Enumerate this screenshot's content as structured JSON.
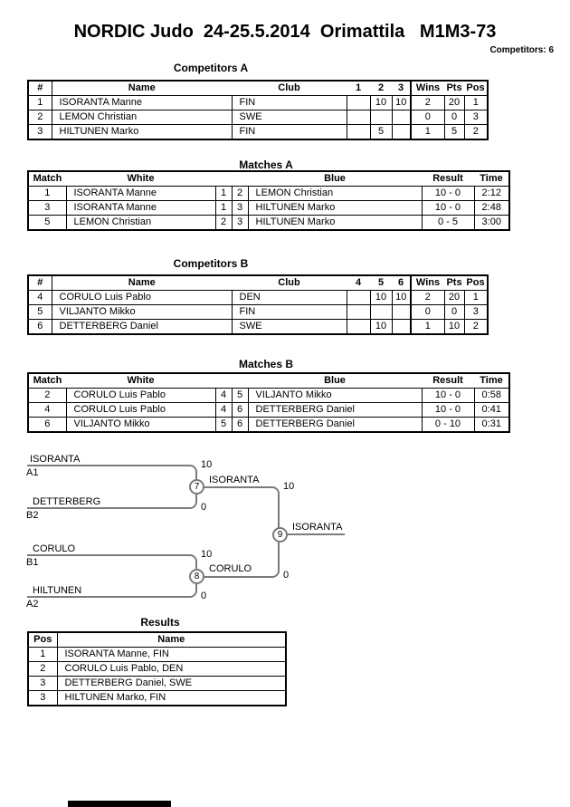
{
  "title": "NORDIC Judo  24-25.5.2014  Orimattila   M1M3-73",
  "competitors_count": "Competitors: 6",
  "competitors_a": {
    "heading": "Competitors A",
    "headers": {
      "num": "#",
      "name": "Name",
      "club": "Club",
      "c1": "1",
      "c2": "2",
      "c3": "3",
      "wins": "Wins",
      "pts": "Pts",
      "pos": "Pos"
    },
    "rows": [
      {
        "num": "1",
        "name": "ISORANTA Manne",
        "club": "FIN",
        "c1": "",
        "c2": "10",
        "c3": "10",
        "wins": "2",
        "pts": "20",
        "pos": "1"
      },
      {
        "num": "2",
        "name": "LEMON Christian",
        "club": "SWE",
        "c1": "",
        "c2": "",
        "c3": "",
        "wins": "0",
        "pts": "0",
        "pos": "3"
      },
      {
        "num": "3",
        "name": "HILTUNEN Marko",
        "club": "FIN",
        "c1": "",
        "c2": "5",
        "c3": "",
        "wins": "1",
        "pts": "5",
        "pos": "2"
      }
    ]
  },
  "matches_a": {
    "heading": "Matches A",
    "headers": {
      "match": "Match",
      "white": "White",
      "blue": "Blue",
      "result": "Result",
      "time": "Time"
    },
    "rows": [
      {
        "match": "1",
        "white": "ISORANTA Manne",
        "wnum": "1",
        "bnum": "2",
        "blue": "LEMON Christian",
        "result": "10 - 0",
        "time": "2:12"
      },
      {
        "match": "3",
        "white": "ISORANTA Manne",
        "wnum": "1",
        "bnum": "3",
        "blue": "HILTUNEN Marko",
        "result": "10 - 0",
        "time": "2:48"
      },
      {
        "match": "5",
        "white": "LEMON Christian",
        "wnum": "2",
        "bnum": "3",
        "blue": "HILTUNEN Marko",
        "result": "0 - 5",
        "time": "3:00"
      }
    ]
  },
  "competitors_b": {
    "heading": "Competitors B",
    "headers": {
      "num": "#",
      "name": "Name",
      "club": "Club",
      "c1": "4",
      "c2": "5",
      "c3": "6",
      "wins": "Wins",
      "pts": "Pts",
      "pos": "Pos"
    },
    "rows": [
      {
        "num": "4",
        "name": "CORULO Luis Pablo",
        "club": "DEN",
        "c1": "",
        "c2": "10",
        "c3": "10",
        "wins": "2",
        "pts": "20",
        "pos": "1"
      },
      {
        "num": "5",
        "name": "VILJANTO Mikko",
        "club": "FIN",
        "c1": "",
        "c2": "",
        "c3": "",
        "wins": "0",
        "pts": "0",
        "pos": "3"
      },
      {
        "num": "6",
        "name": "DETTERBERG Daniel",
        "club": "SWE",
        "c1": "",
        "c2": "10",
        "c3": "",
        "wins": "1",
        "pts": "10",
        "pos": "2"
      }
    ]
  },
  "matches_b": {
    "heading": "Matches B",
    "headers": {
      "match": "Match",
      "white": "White",
      "blue": "Blue",
      "result": "Result",
      "time": "Time"
    },
    "rows": [
      {
        "match": "2",
        "white": "CORULO Luis Pablo",
        "wnum": "4",
        "bnum": "5",
        "blue": "VILJANTO Mikko",
        "result": "10 - 0",
        "time": "0:58"
      },
      {
        "match": "4",
        "white": "CORULO Luis Pablo",
        "wnum": "4",
        "bnum": "6",
        "blue": "DETTERBERG Daniel",
        "result": "10 - 0",
        "time": "0:41"
      },
      {
        "match": "6",
        "white": "VILJANTO Mikko",
        "wnum": "5",
        "bnum": "6",
        "blue": "DETTERBERG Daniel",
        "result": "0 - 10",
        "time": "0:31"
      }
    ]
  },
  "bracket": {
    "semi1": {
      "top_name": "ISORANTA",
      "top_seed": "A1",
      "bottom_name": "DETTERBERG",
      "bottom_seed": "B2",
      "match_no": "7",
      "top_score": "10",
      "bottom_score": "0",
      "winner": "ISORANTA",
      "winner_score": "10"
    },
    "semi2": {
      "top_name": "CORULO",
      "top_seed": "B1",
      "bottom_name": "HILTUNEN",
      "bottom_seed": "A2",
      "match_no": "8",
      "top_score": "10",
      "bottom_score": "0",
      "winner": "CORULO",
      "winner_score": "0"
    },
    "final": {
      "match_no": "9",
      "winner": "ISORANTA"
    }
  },
  "results": {
    "heading": "Results",
    "headers": {
      "pos": "Pos",
      "name": "Name"
    },
    "rows": [
      {
        "pos": "1",
        "name": "ISORANTA Manne, FIN"
      },
      {
        "pos": "2",
        "name": "CORULO Luis Pablo, DEN"
      },
      {
        "pos": "3",
        "name": "DETTERBERG Daniel, SWE"
      },
      {
        "pos": "3",
        "name": "HILTUNEN Marko, FIN"
      }
    ]
  },
  "colors": {
    "line_gray": "#7b7b7b",
    "text": "#000000"
  }
}
